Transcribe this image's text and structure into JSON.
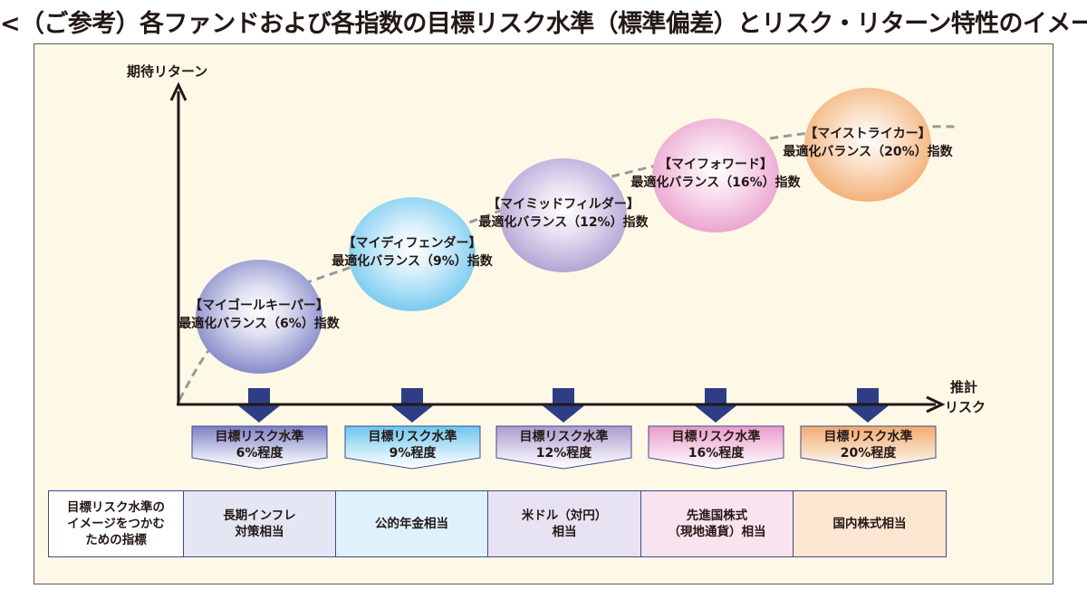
{
  "title": "<（ご参考）各ファンドおよび各指数の目標リスク水準（標準偏差）とリスク・リターン特性のイメージ>",
  "axes": {
    "y_label": "期待リターン",
    "x_label_1": "推計",
    "x_label_2": "リスク"
  },
  "funds": [
    {
      "name": "【マイゴールキーパー】",
      "index": "最適化バランス（6%）指数",
      "level_1": "目標リスク水準",
      "level_2": "6%程度",
      "equivalent": "長期インフレ\n対策相当",
      "color": "#7a7fc4",
      "light": "#dfe1f2",
      "cell": "#e4e6f3"
    },
    {
      "name": "【マイディフェンダー】",
      "index": "最適化バランス（9%）指数",
      "level_1": "目標リスク水準",
      "level_2": "9%程度",
      "equivalent": "公的年金相当",
      "color": "#6cc6ef",
      "light": "#d8f0fb",
      "cell": "#dff2fb"
    },
    {
      "name": "【マイミッドフィルダー】",
      "index": "最適化バランス（12%）指数",
      "level_1": "目標リスク水準",
      "level_2": "12%程度",
      "equivalent": "米ドル（対円）\n相当",
      "color": "#ab9bd0",
      "light": "#e8e3f3",
      "cell": "#e8e3f2"
    },
    {
      "name": "【マイフォワード】",
      "index": "最適化バランス（16%）指数",
      "level_1": "目標リスク水準",
      "level_2": "16%程度",
      "equivalent": "先進国株式\n（現地通貨）相当",
      "color": "#e99ccb",
      "light": "#f9e2ef",
      "cell": "#f9e3ef"
    },
    {
      "name": "【マイストライカー】",
      "index": "最適化バランス（20%）指数",
      "level_1": "目標リスク水準",
      "level_2": "20%程度",
      "equivalent": "国内株式相当",
      "color": "#f2ab6e",
      "light": "#fbe4cf",
      "cell": "#fbe6d2"
    }
  ],
  "row_header": "目標リスク水準の\nイメージをつかむ\nための指標",
  "colors": {
    "background": "#fdf9e6",
    "axis": "#231815",
    "arrow": "#2e3d85",
    "curve": "#999999",
    "table_border": "#3f4a8a"
  }
}
